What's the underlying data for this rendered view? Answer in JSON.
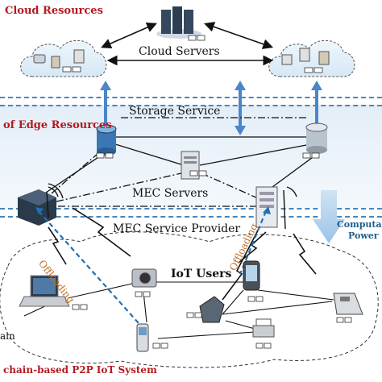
{
  "layers": {
    "cloud_resources": "Cloud Resources",
    "edge_resources": "of Edge Resources",
    "iot_system": "chain-based P2P IoT System",
    "left_partial": "ain"
  },
  "labels": {
    "cloud_servers": "Cloud Servers",
    "storage_service": "Storage Service",
    "mec_servers": "MEC Servers",
    "mec_service_provider": "MEC Service Provider",
    "iot_users": "IoT Users",
    "offloading_left": "Offloading",
    "offloading_right": "Offloading",
    "computation_power_1": "Computa",
    "computation_power_2": "Power"
  },
  "colors": {
    "layer_label": "#b4191e",
    "blue_arrow": "#4a86c8",
    "dashed_blue": "#1f6fb8",
    "offloading_text": "#c0702a",
    "edge_band": "#e3eef8"
  }
}
